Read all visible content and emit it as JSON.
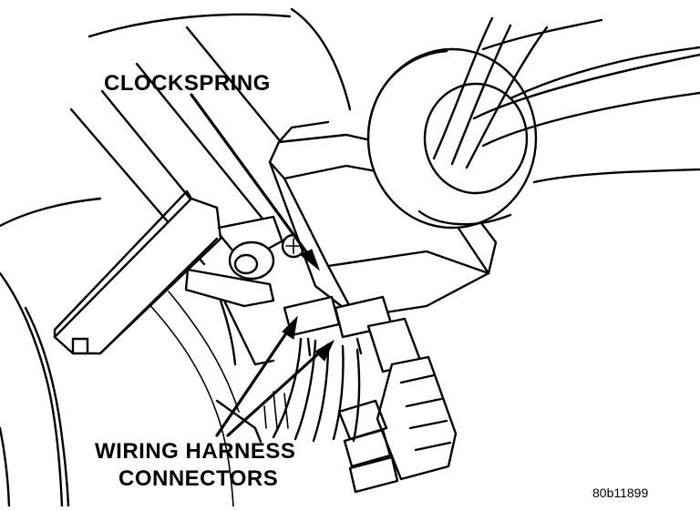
{
  "labels": {
    "clockspring": "CLOCKSPRING",
    "harness_line1": "WIRING HARNESS",
    "harness_line2": "CONNECTORS",
    "figure_ref": "80b11899"
  }
}
